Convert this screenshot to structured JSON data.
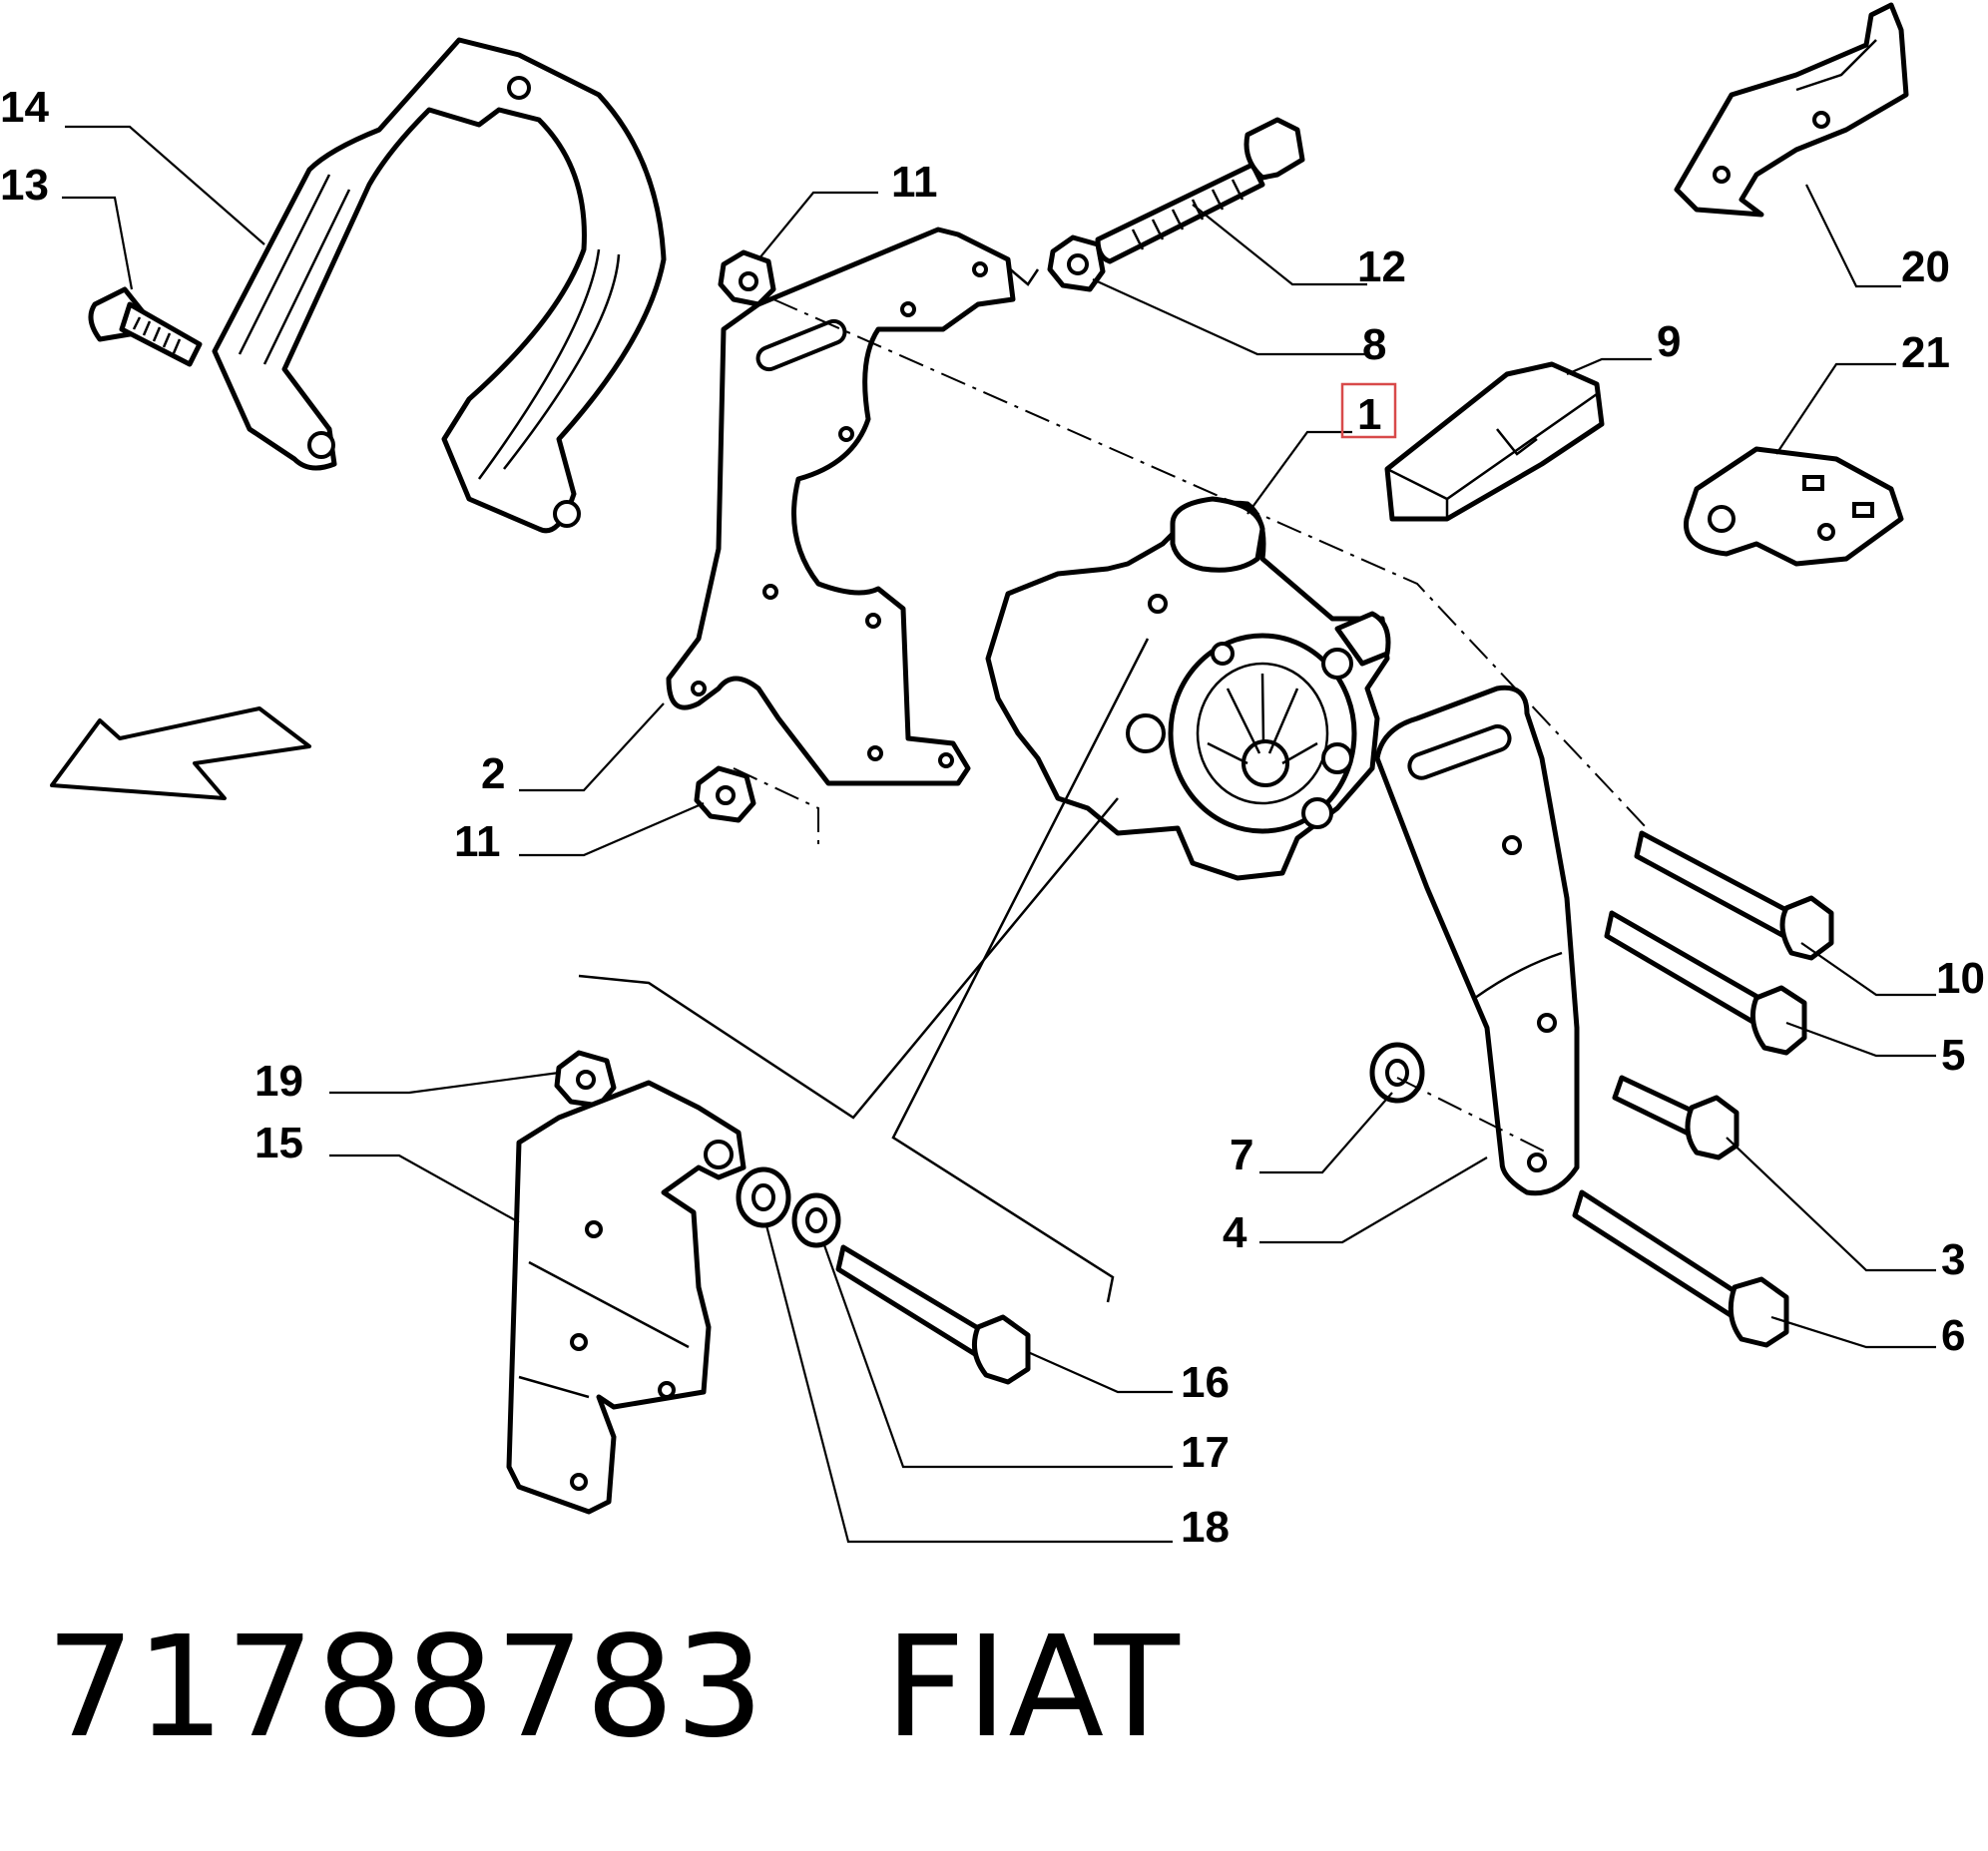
{
  "callouts": {
    "c1": "1",
    "c2": "2",
    "c3": "3",
    "c4": "4",
    "c5": "5",
    "c6": "6",
    "c7": "7",
    "c8": "8",
    "c9": "9",
    "c10": "10",
    "c11a": "11",
    "c11b": "11",
    "c12": "12",
    "c13": "13",
    "c14": "14",
    "c15": "15",
    "c16": "16",
    "c17": "17",
    "c18": "18",
    "c19": "19",
    "c20": "20",
    "c21": "21"
  },
  "footer": {
    "part_number": "71788783",
    "brand": "FIAT"
  },
  "colors": {
    "highlight_box": "#d84a4a",
    "line": "#000000",
    "background": "#ffffff"
  }
}
